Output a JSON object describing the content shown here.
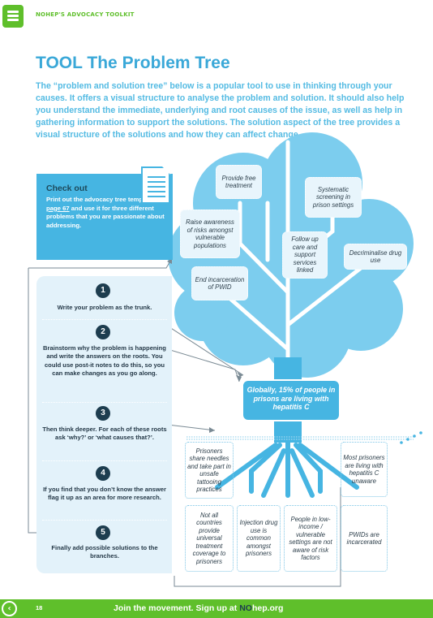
{
  "header": {
    "title": "NOHEP'S ADVOCACY TOOLKIT",
    "icon": "list-icon",
    "accent": "#5fbf2b"
  },
  "tool_title": "TOOL The Problem Tree",
  "intro": "The “problem and solution tree” below is a popular tool to use in thinking through your causes. It offers a visual structure to analyse the problem and solution. It should also help you understand the immediate, underlying and root causes of the issue, as well as help in gathering information to support the solutions. The solution aspect of the tree provides a visual structure of the solutions and how they can affect change.",
  "checkout": {
    "title": "Check out",
    "text_before": "Print out the advocacy tree template on ",
    "link": "page 67",
    "text_after": " and use it for three different problems that you are passionate about addressing.",
    "icon": "document-icon"
  },
  "steps": [
    {
      "num": "1",
      "text": "Write your problem as the trunk."
    },
    {
      "num": "2",
      "text": "Brainstorm why the problem is happening and write the answers on the roots. You could use post-it notes to do this, so you can make changes as you go along."
    },
    {
      "num": "3",
      "text": "Then think deeper. For each of these roots ask ‘why?’ or ‘what causes that?’."
    },
    {
      "num": "4",
      "text": "If you find that you don’t know the answer flag it up as an area for more research."
    },
    {
      "num": "5",
      "text": "Finally add possible solutions to the branches."
    }
  ],
  "branches": [
    "Provide free treatment",
    "Systematic screening in prison settings",
    "Raise awareness of risks amongst vulnerable populations",
    "Follow up care and support services linked",
    "Decriminalise drug use",
    "End incarceration of PWID"
  ],
  "trunk": "Globally, 15% of people in prisons are living with hepatitis C",
  "roots": [
    "Prisoners share needles and take part in unsafe tattooing practices",
    "Most prisoners are living with hepatitis C unaware",
    "Not all countries provide universal treatment coverage to prisoners",
    "Injection drug use is common amongst prisoners",
    "People in low-income / vulnerable settings are not aware of risk factors",
    "PWIDs are incarcerated"
  ],
  "footer": {
    "page": "18",
    "msg_before": "Join the movement. Sign up at ",
    "msg_brand": "NO",
    "msg_after": "hep.org",
    "icon": "back-arrow-icon"
  },
  "colors": {
    "tree": "#46b5e2",
    "tree_light": "#7ccdee",
    "title": "#3aa8d8",
    "steps_bg": "#e3f2fa"
  }
}
